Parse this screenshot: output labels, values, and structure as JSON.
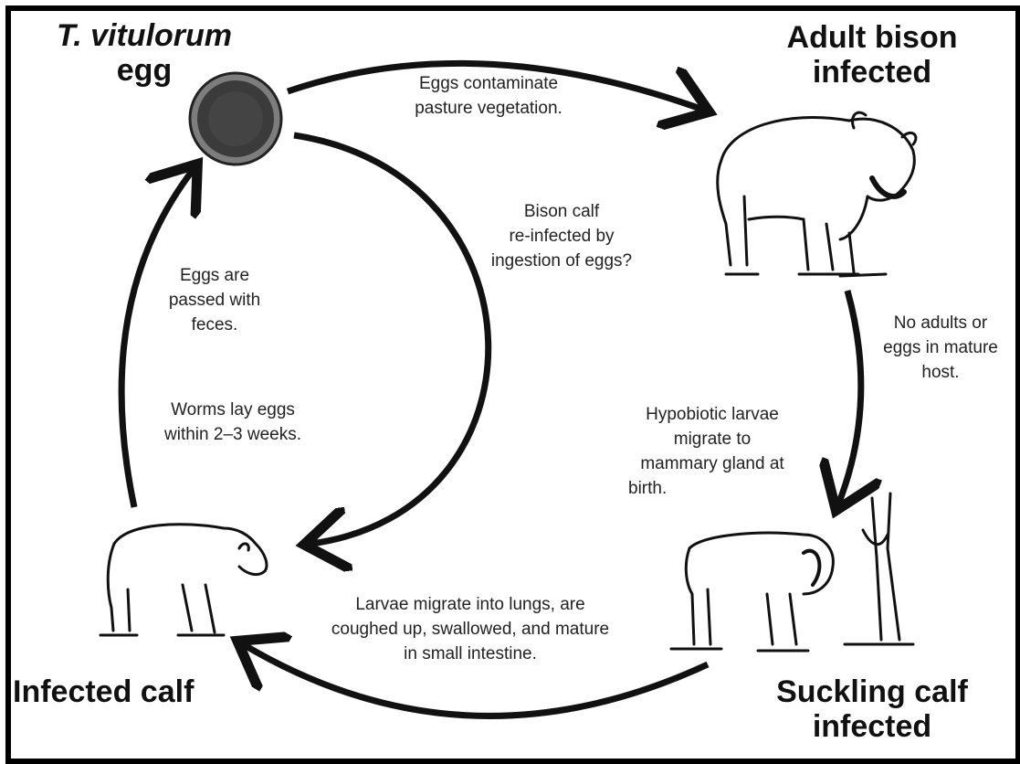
{
  "stages": {
    "egg": {
      "line1": "T. vitulorum",
      "line2": "egg"
    },
    "adult": {
      "line1": "Adult bison",
      "line2": "infected"
    },
    "suckling": {
      "line1": "Suckling calf",
      "line2": "infected"
    },
    "infected_calf": {
      "line1": "Infected calf"
    }
  },
  "transitions": {
    "egg_to_adult": [
      "Eggs contaminate",
      "pasture vegetation."
    ],
    "egg_to_calf": [
      "Bison calf",
      "re-infected by",
      "ingestion of eggs?"
    ],
    "adult_to_suckling_outer": [
      "No adults or",
      "eggs in mature",
      "host."
    ],
    "adult_to_suckling_inner": [
      "Hypobiotic larvae",
      "migrate to",
      "mammary gland at",
      "birth."
    ],
    "suckling_to_calf": [
      "Larvae migrate into lungs, are",
      "coughed up, swallowed, and mature",
      "in small intestine."
    ],
    "calf_to_egg_upper": [
      "Eggs are",
      "passed with",
      "feces."
    ],
    "calf_to_egg_lower": [
      "Worms lay eggs",
      "within 2–3 weeks."
    ]
  },
  "colors": {
    "ink": "#111111",
    "egg_fill": "#4a4a4a",
    "egg_ring": "#8a8a8a",
    "background": "#ffffff"
  },
  "icons": [
    "egg-icon",
    "adult-bison-illustration",
    "suckling-calf-illustration",
    "infected-calf-illustration"
  ]
}
